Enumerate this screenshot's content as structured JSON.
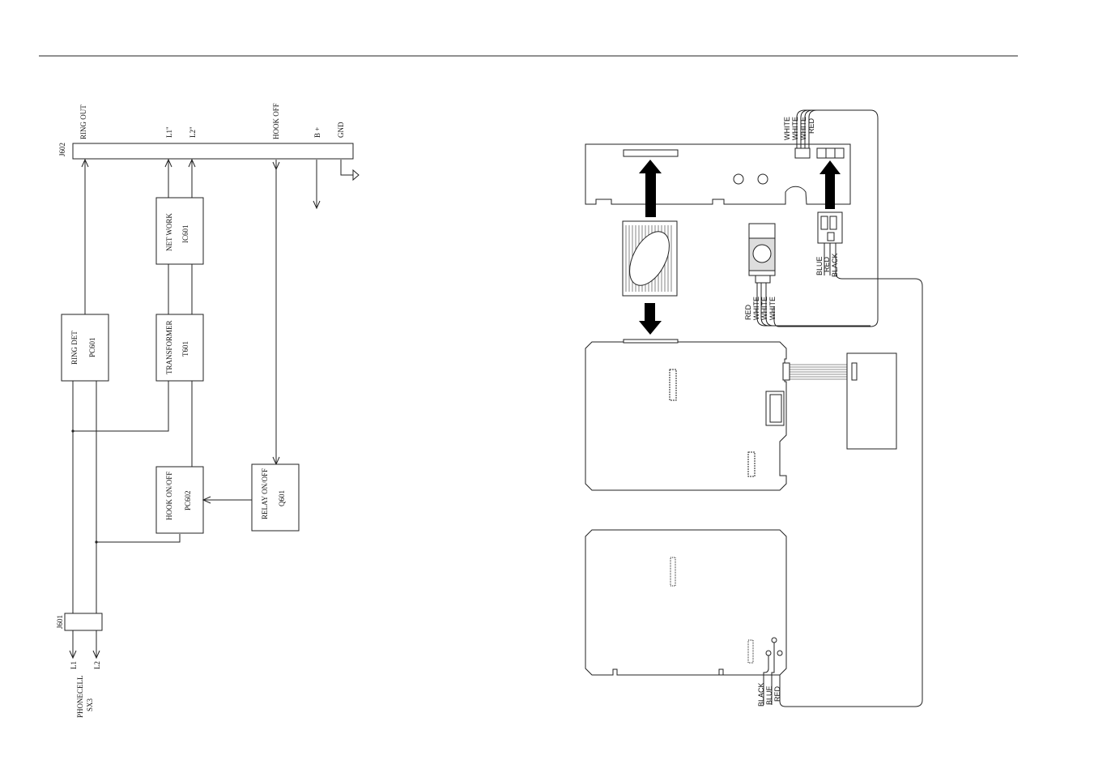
{
  "block_diagram": {
    "connector_top": "J602",
    "pins": {
      "ring_out": "RING OUT",
      "l1": "L1\"",
      "l2": "L2\"",
      "hook_off": "HOOK OFF",
      "b_plus": "B +",
      "gnd": "GND"
    },
    "blocks": {
      "network": {
        "name": "NET WORK",
        "ref": "IC601"
      },
      "transformer": {
        "name": "TRANSFORMER",
        "ref": "T601"
      },
      "ring_det": {
        "name": "RING DET",
        "ref": "PC601"
      },
      "hook_onoff": {
        "name": "HOOK ON/OFF",
        "ref": "PC602"
      },
      "relay_onoff": {
        "name": "RELAY ON/OFF",
        "ref": "Q601"
      }
    },
    "connector_bottom": "J601",
    "bottom_pins": {
      "l1": "L1",
      "l2": "L2"
    },
    "device": {
      "line1": "PHONECELL",
      "line2": "SX3"
    }
  },
  "wiring": {
    "top_wires": [
      "WHITE",
      "WHITE",
      "WHITE",
      "RED"
    ],
    "right_wires": [
      "BLUE",
      "RED",
      "BLACK"
    ],
    "module_wires": [
      "RED",
      "WHITE",
      "WHITE",
      "WHITE"
    ],
    "bottom_wires": [
      "BLACK",
      "BLUE",
      "RED"
    ]
  }
}
